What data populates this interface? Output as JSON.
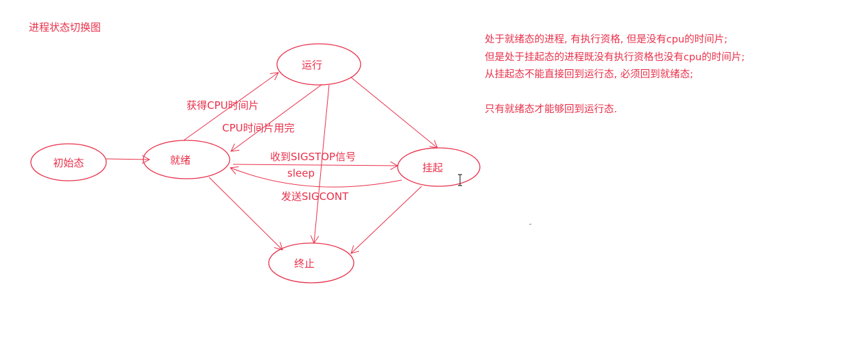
{
  "title": "进程状态切换图",
  "states": {
    "initial": "初始态",
    "ready": "就绪",
    "running": "运行",
    "suspended": "挂起",
    "terminated": "终止"
  },
  "transitions": {
    "ready_to_running": "获得CPU时间片",
    "running_to_ready": "CPU时间片用完",
    "ready_to_suspended_1": "收到SIGSTOP信号",
    "ready_to_suspended_2": "sleep",
    "suspended_to_ready": "发送SIGCONT"
  },
  "notes": [
    "处于就绪态的进程, 有执行资格, 但是没有cpu的时间片;",
    "但是处于挂起态的进程既没有执行资格也没有cpu的时间片;",
    "从挂起态不能直接回到运行态, 必须回到就绪态;",
    "",
    "只有就绪态才能够回到运行态."
  ],
  "colors": {
    "stroke": "#e8304a",
    "text": "#e8304a",
    "background": "#ffffff"
  }
}
